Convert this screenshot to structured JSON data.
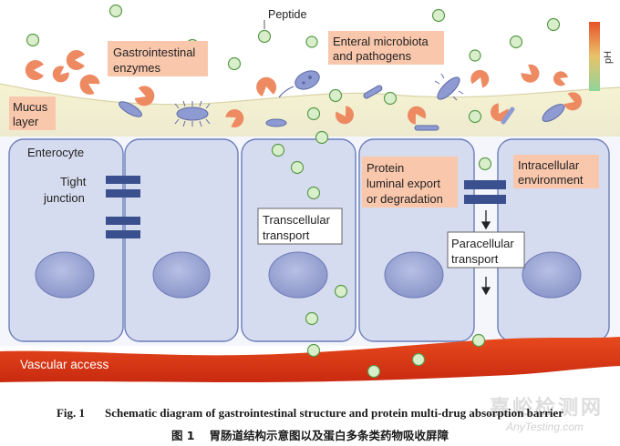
{
  "labels": {
    "peptide": "Peptide",
    "gi_enzymes": [
      "Gastrointestinal",
      "enzymes"
    ],
    "microbiota": [
      "Enteral microbiota",
      "and pathogens"
    ],
    "mucus": [
      "Mucus",
      "layer"
    ],
    "enterocyte": "Enterocyte",
    "tight_junction": [
      "Tight",
      "junction"
    ],
    "transcellular": [
      "Transcellular",
      "transport"
    ],
    "protein_export": [
      "Protein",
      "luminal export",
      "or degradation"
    ],
    "intracellular": [
      "Intracellular",
      "environment"
    ],
    "paracellular": [
      "Paracellular",
      "transport"
    ],
    "vascular": "Vascular access",
    "ph": "pH"
  },
  "caption": {
    "en_label": "Fig. 1",
    "en_text": "Schematic diagram of gastrointestinal structure and protein multi-drug absorption barrier",
    "zh_label": "图 1",
    "zh_text": "胃肠道结构示意图以及蛋白多条类药物吸收屏障"
  },
  "watermark": {
    "cn": "嘉峪检测网",
    "en": "AnyTesting.com"
  },
  "colors": {
    "label_bg": "#f9c7ac",
    "peptide_fill": "#d9efcb",
    "peptide_stroke": "#5a9a4a",
    "enzyme": "#ee8a62",
    "cell_fill": "#d6dcef",
    "cell_stroke": "#6b7dbb",
    "nucleus": "#9aa5d3",
    "junction": "#3a4f8e",
    "mucus": "#f2efc8",
    "vascular": "#e03a16",
    "bacteria": "#8d9bd2"
  }
}
